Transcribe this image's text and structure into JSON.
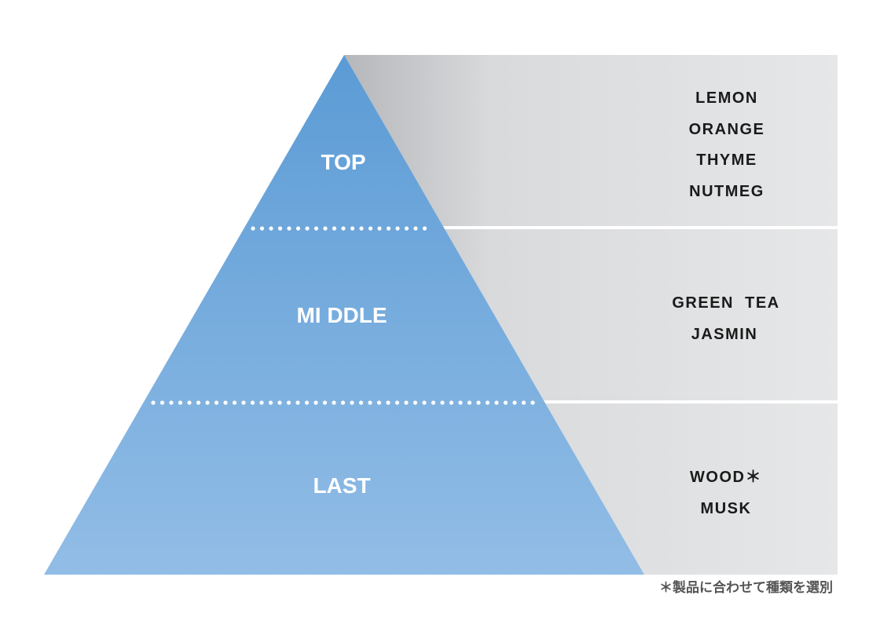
{
  "tiers": [
    {
      "label": "TOP",
      "notes": [
        "LEMON",
        "ORANGE",
        "THYME",
        "NUTMEG"
      ]
    },
    {
      "label": "MI DDLE",
      "notes": [
        "GREEN  TEA",
        "JASMIN"
      ]
    },
    {
      "label": "LAST",
      "notes": [
        "WOOD＊",
        "MUSK"
      ]
    }
  ],
  "footnote": "＊製品に合わせて種類を選別",
  "colors": {
    "pyramid_top": "#5b9bd5",
    "pyramid_bottom": "#92bde6",
    "panel": "#e6e7e8",
    "panel_shadow": "#c8c9cb",
    "divider": "#ffffff",
    "tier_text": "#ffffff",
    "note_text": "#1a1a1a"
  }
}
